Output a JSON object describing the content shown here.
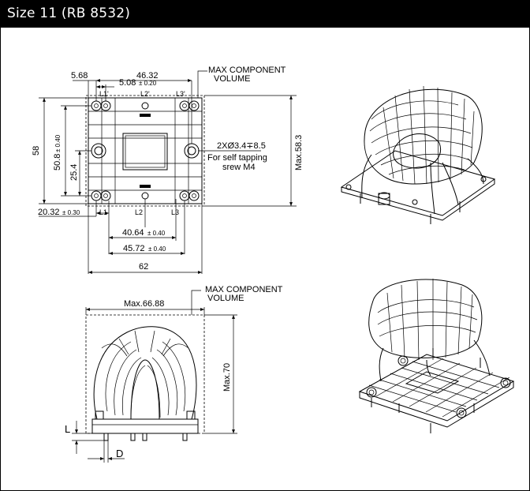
{
  "header": {
    "title": "Size 11 (RB 8532)"
  },
  "top_view": {
    "dims": {
      "d_5_68": "5.68",
      "d_46_32": "46.32",
      "d_5_08": "5.08",
      "d_5_08_tol": "± 0.20",
      "d_58": "58",
      "d_50_8": "50.8",
      "d_50_8_tol": "± 0.40",
      "d_25_4": "25.4",
      "d_20_32": "20.32",
      "d_20_32_tol": "± 0.30",
      "d_40_64": "40.64",
      "d_40_64_tol": "± 0.40",
      "d_45_72": "45.72",
      "d_45_72_tol": "± 0.40",
      "d_62": "62",
      "max_58_3": "Max.58.3"
    },
    "pins": {
      "l1p": "L1'",
      "l2p": "L2'",
      "l3p": "L3'",
      "l1": "L1",
      "l2": "L2",
      "l3": "L3"
    },
    "note_line1": "MAX COMPONENT",
    "note_line2": "VOLUME",
    "hole_line1": "2XØ3.4∓8.5",
    "hole_line2": "For self tapping",
    "hole_line3": "srew M4"
  },
  "side_view": {
    "note_line1": "MAX COMPONENT",
    "note_line2": "VOLUME",
    "max_width": "Max.66.88",
    "max_height": "Max.70",
    "label_l": "L",
    "label_d": "D"
  }
}
